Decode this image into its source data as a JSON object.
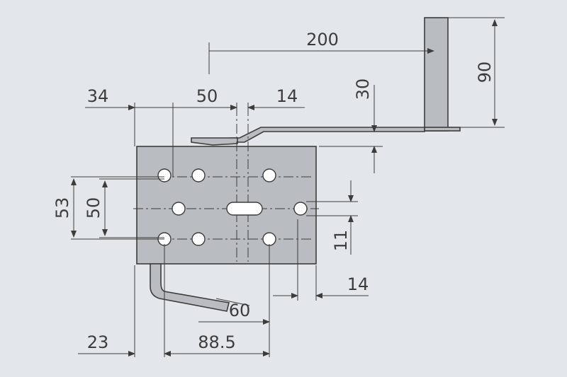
{
  "colors": {
    "background": "#e3e7eb",
    "plate_fill": "#b9bcc0",
    "part_fill": "#b9bcc0",
    "line": "#3c3c3c",
    "hole_fill": "#ffffff"
  },
  "dimensions": {
    "d200": "200",
    "d90": "90",
    "d30": "30",
    "d34": "34",
    "d50_top": "50",
    "d14_top": "14",
    "d53": "53",
    "d50_left": "50",
    "d11": "11",
    "d14_right": "14",
    "d60": "60",
    "d23": "23",
    "d88_5": "88.5"
  }
}
